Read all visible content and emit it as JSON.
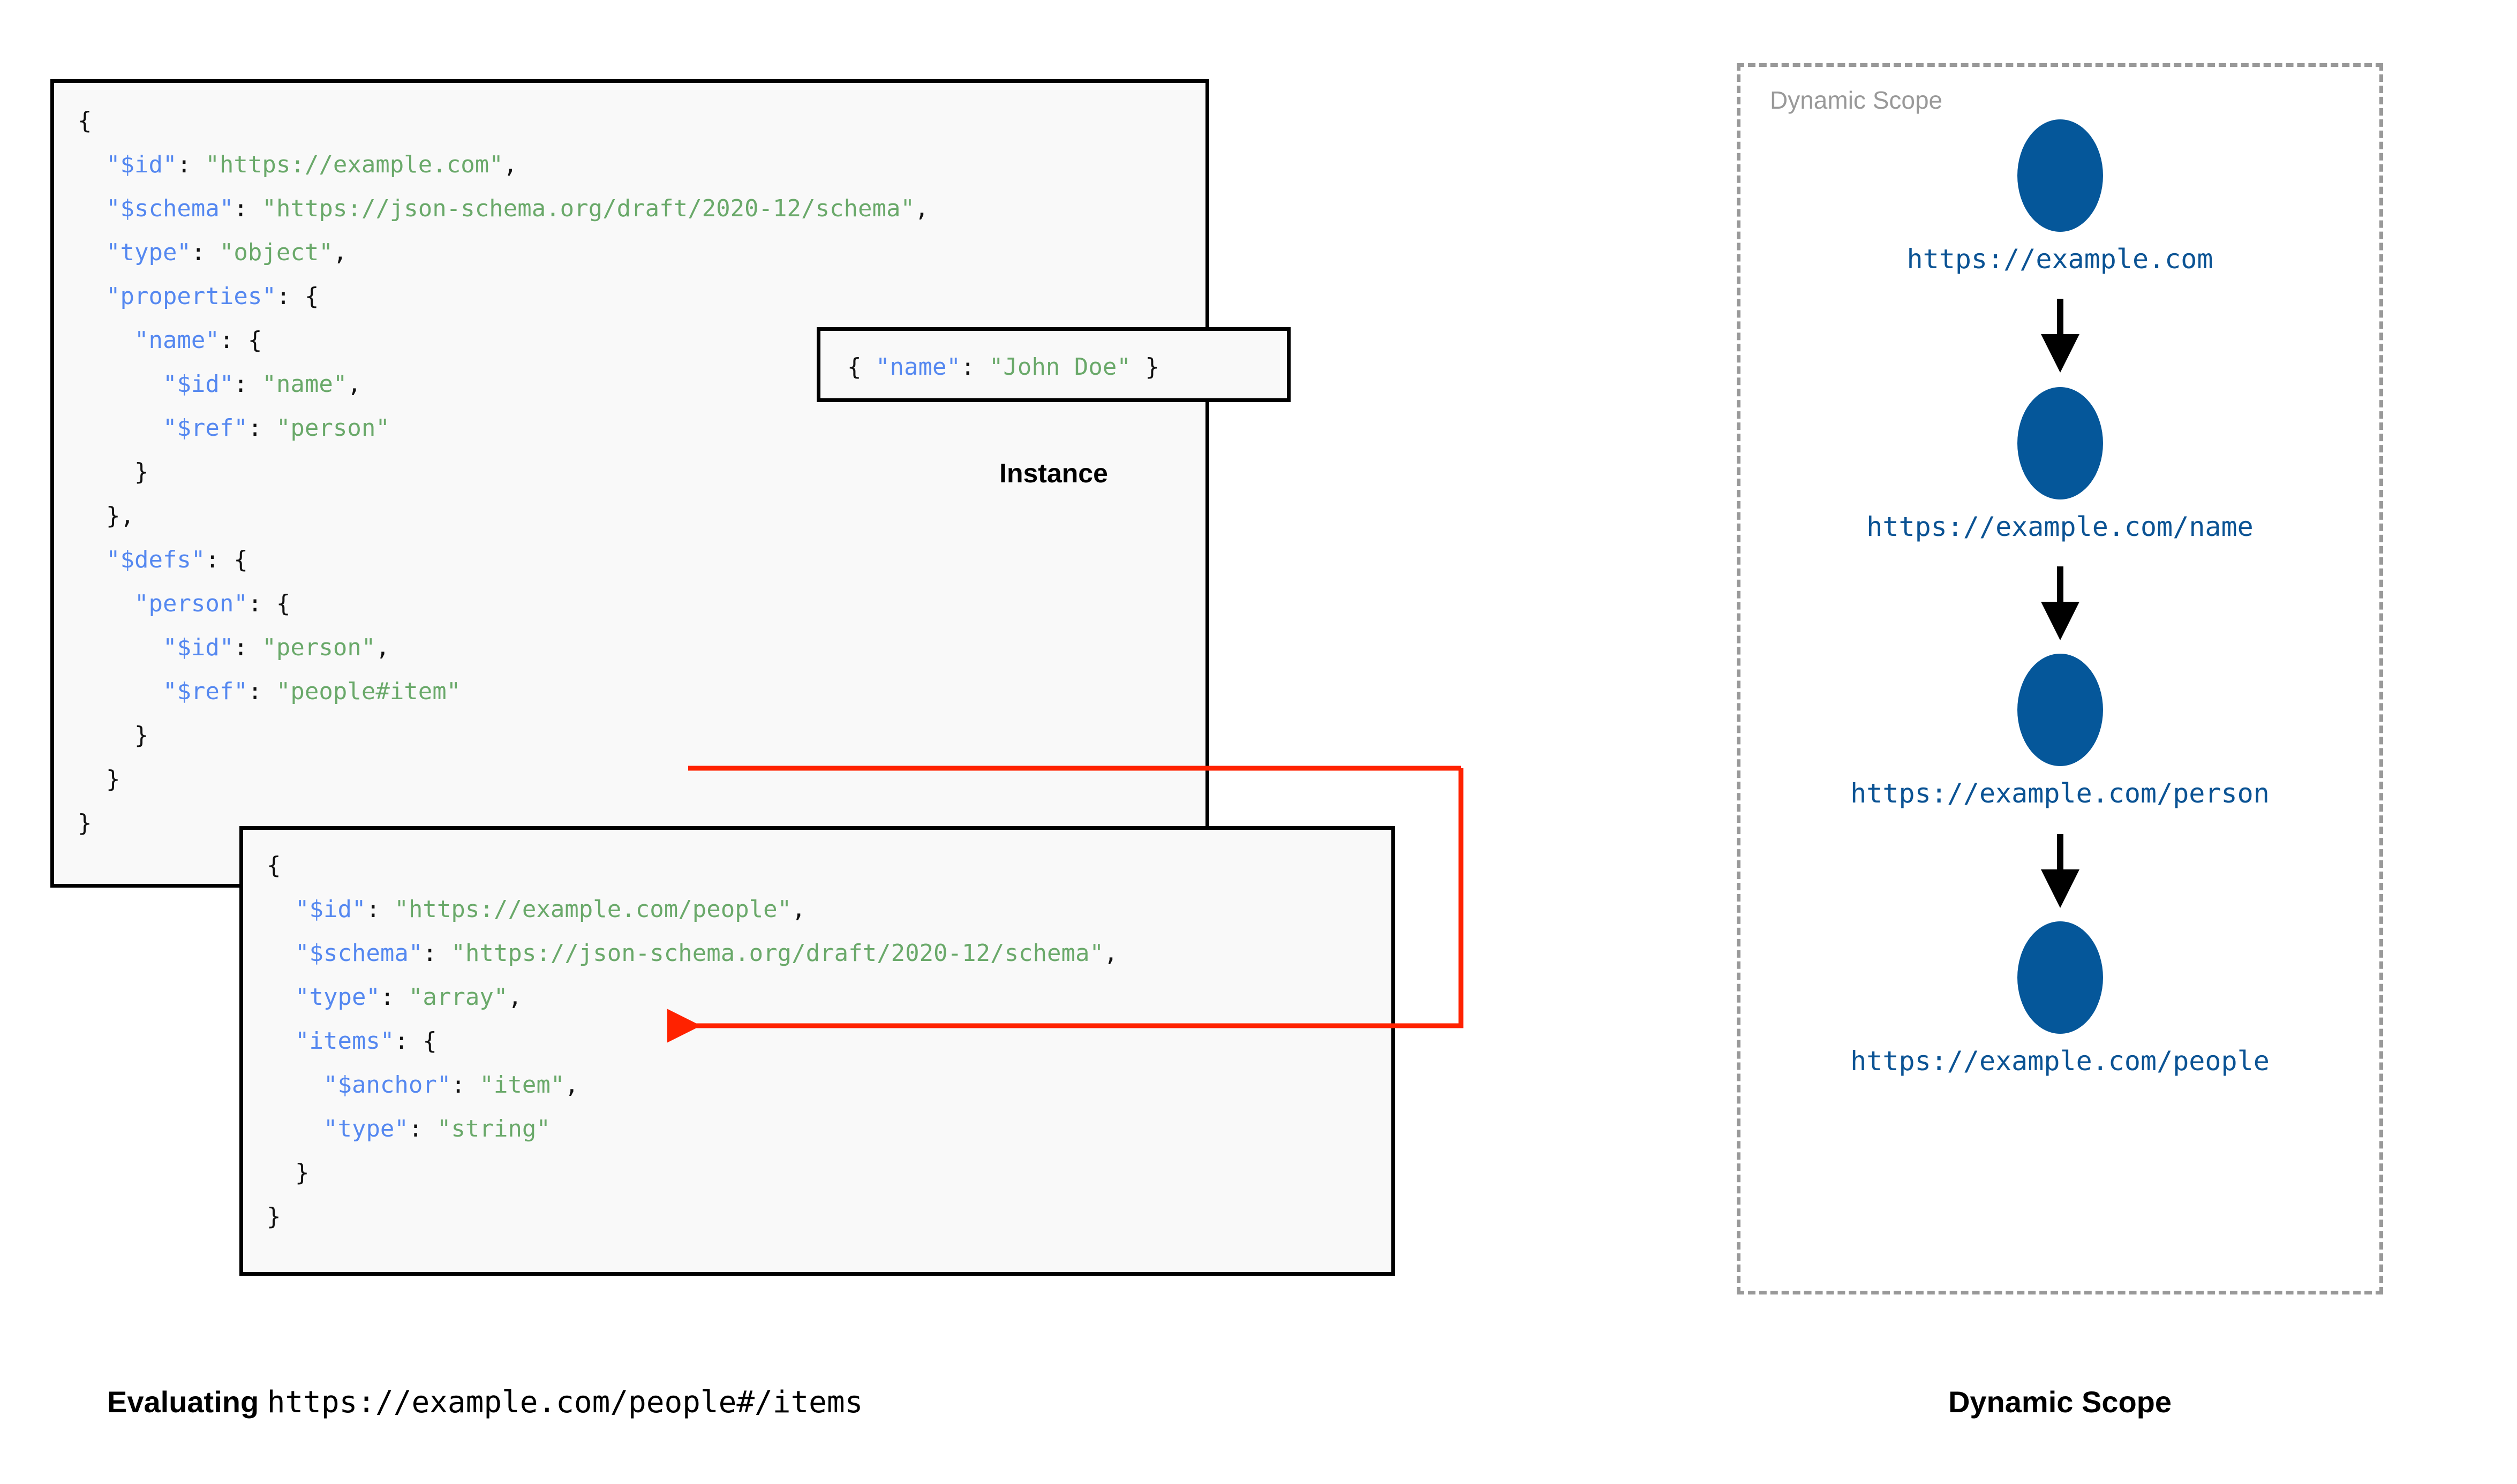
{
  "diagram": {
    "colors": {
      "node_fill": "#05579a",
      "node_label": "#0b5394",
      "json_key": "#5588f0",
      "json_value": "#6aa96a",
      "reference_arrow": "#ff2200",
      "scope_border": "#999999",
      "box_border": "#000000",
      "box_fill": "#f9f9f9"
    }
  },
  "schema_main": {
    "lines": [
      {
        "indent": 0,
        "segments": [
          {
            "t": "{",
            "c": "p"
          }
        ]
      },
      {
        "indent": 1,
        "segments": [
          {
            "t": "\"$id\"",
            "c": "k"
          },
          {
            "t": ": ",
            "c": "p"
          },
          {
            "t": "\"https://example.com\"",
            "c": "v"
          },
          {
            "t": ",",
            "c": "p"
          }
        ]
      },
      {
        "indent": 1,
        "segments": [
          {
            "t": "\"$schema\"",
            "c": "k"
          },
          {
            "t": ": ",
            "c": "p"
          },
          {
            "t": "\"https://json-schema.org/draft/2020-12/schema\"",
            "c": "v"
          },
          {
            "t": ",",
            "c": "p"
          }
        ]
      },
      {
        "indent": 1,
        "segments": [
          {
            "t": "\"type\"",
            "c": "k"
          },
          {
            "t": ": ",
            "c": "p"
          },
          {
            "t": "\"object\"",
            "c": "v"
          },
          {
            "t": ",",
            "c": "p"
          }
        ]
      },
      {
        "indent": 1,
        "segments": [
          {
            "t": "\"properties\"",
            "c": "k"
          },
          {
            "t": ": {",
            "c": "p"
          }
        ]
      },
      {
        "indent": 2,
        "segments": [
          {
            "t": "\"name\"",
            "c": "k"
          },
          {
            "t": ": {",
            "c": "p"
          }
        ]
      },
      {
        "indent": 3,
        "segments": [
          {
            "t": "\"$id\"",
            "c": "k"
          },
          {
            "t": ": ",
            "c": "p"
          },
          {
            "t": "\"name\"",
            "c": "v"
          },
          {
            "t": ",",
            "c": "p"
          }
        ]
      },
      {
        "indent": 3,
        "segments": [
          {
            "t": "\"$ref\"",
            "c": "k"
          },
          {
            "t": ": ",
            "c": "p"
          },
          {
            "t": "\"person\"",
            "c": "v"
          }
        ]
      },
      {
        "indent": 2,
        "segments": [
          {
            "t": "}",
            "c": "p"
          }
        ]
      },
      {
        "indent": 1,
        "segments": [
          {
            "t": "},",
            "c": "p"
          }
        ]
      },
      {
        "indent": 1,
        "segments": [
          {
            "t": "\"$defs\"",
            "c": "k"
          },
          {
            "t": ": {",
            "c": "p"
          }
        ]
      },
      {
        "indent": 2,
        "segments": [
          {
            "t": "\"person\"",
            "c": "k"
          },
          {
            "t": ": {",
            "c": "p"
          }
        ]
      },
      {
        "indent": 3,
        "segments": [
          {
            "t": "\"$id\"",
            "c": "k"
          },
          {
            "t": ": ",
            "c": "p"
          },
          {
            "t": "\"person\"",
            "c": "v"
          },
          {
            "t": ",",
            "c": "p"
          }
        ]
      },
      {
        "indent": 3,
        "segments": [
          {
            "t": "\"$ref\"",
            "c": "k"
          },
          {
            "t": ": ",
            "c": "p"
          },
          {
            "t": "\"people#item\"",
            "c": "v"
          }
        ]
      },
      {
        "indent": 2,
        "segments": [
          {
            "t": "}",
            "c": "p"
          }
        ]
      },
      {
        "indent": 1,
        "segments": [
          {
            "t": "}",
            "c": "p"
          }
        ]
      },
      {
        "indent": 0,
        "segments": [
          {
            "t": "}",
            "c": "p"
          }
        ]
      }
    ]
  },
  "instance": {
    "label": "Instance",
    "lines": [
      {
        "indent": 0,
        "segments": [
          {
            "t": "{ ",
            "c": "p"
          },
          {
            "t": "\"name\"",
            "c": "k"
          },
          {
            "t": ": ",
            "c": "p"
          },
          {
            "t": "\"John Doe\"",
            "c": "v"
          },
          {
            "t": " }",
            "c": "p"
          }
        ]
      }
    ]
  },
  "schema_people": {
    "lines": [
      {
        "indent": 0,
        "segments": [
          {
            "t": "{",
            "c": "p"
          }
        ]
      },
      {
        "indent": 1,
        "segments": [
          {
            "t": "\"$id\"",
            "c": "k"
          },
          {
            "t": ": ",
            "c": "p"
          },
          {
            "t": "\"https://example.com/people\"",
            "c": "v"
          },
          {
            "t": ",",
            "c": "p"
          }
        ]
      },
      {
        "indent": 1,
        "segments": [
          {
            "t": "\"$schema\"",
            "c": "k"
          },
          {
            "t": ": ",
            "c": "p"
          },
          {
            "t": "\"https://json-schema.org/draft/2020-12/schema\"",
            "c": "v"
          },
          {
            "t": ",",
            "c": "p"
          }
        ]
      },
      {
        "indent": 1,
        "segments": [
          {
            "t": "\"type\"",
            "c": "k"
          },
          {
            "t": ": ",
            "c": "p"
          },
          {
            "t": "\"array\"",
            "c": "v"
          },
          {
            "t": ",",
            "c": "p"
          }
        ]
      },
      {
        "indent": 1,
        "segments": [
          {
            "t": "\"items\"",
            "c": "k"
          },
          {
            "t": ": {",
            "c": "p"
          }
        ]
      },
      {
        "indent": 2,
        "segments": [
          {
            "t": "\"$anchor\"",
            "c": "k"
          },
          {
            "t": ": ",
            "c": "p"
          },
          {
            "t": "\"item\"",
            "c": "v"
          },
          {
            "t": ",",
            "c": "p"
          }
        ]
      },
      {
        "indent": 2,
        "segments": [
          {
            "t": "\"type\"",
            "c": "k"
          },
          {
            "t": ": ",
            "c": "p"
          },
          {
            "t": "\"string\"",
            "c": "v"
          }
        ]
      },
      {
        "indent": 1,
        "segments": [
          {
            "t": "}",
            "c": "p"
          }
        ]
      },
      {
        "indent": 0,
        "segments": [
          {
            "t": "}",
            "c": "p"
          }
        ]
      }
    ]
  },
  "dynamic_scope": {
    "title": "Dynamic Scope",
    "caption": "Dynamic Scope",
    "nodes": [
      {
        "label": "https://example.com"
      },
      {
        "label": "https://example.com/name"
      },
      {
        "label": "https://example.com/person"
      },
      {
        "label": "https://example.com/people"
      }
    ]
  },
  "caption_left": {
    "prefix": "Evaluating",
    "uri": "https://example.com/people#/items"
  }
}
